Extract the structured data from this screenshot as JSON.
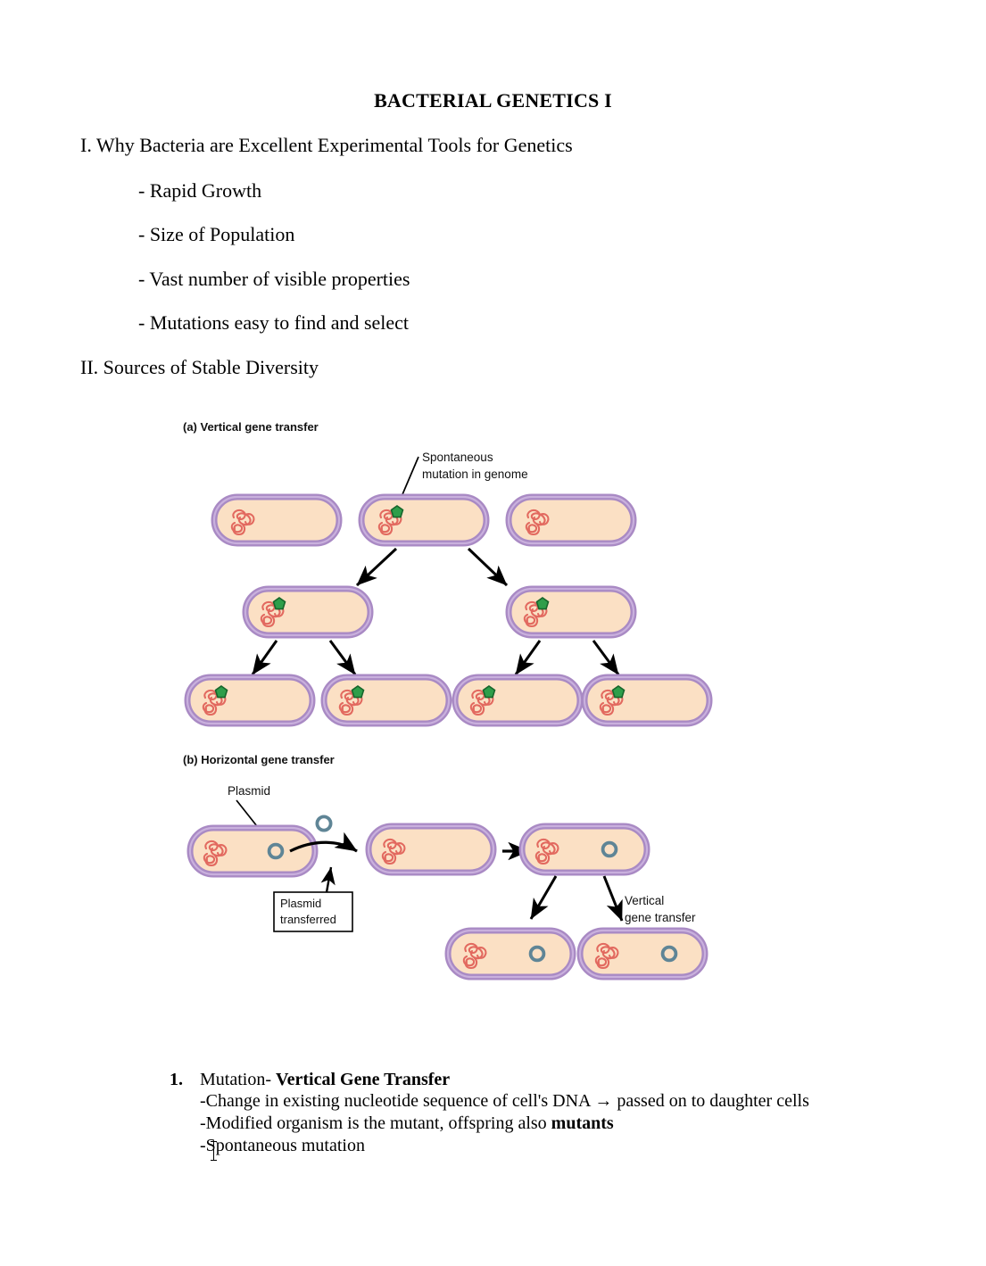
{
  "document": {
    "title": "BACTERIAL GENETICS I",
    "sections": [
      {
        "heading": "I. Why Bacteria are Excellent Experimental Tools for Genetics"
      },
      {
        "heading": "II. Sources of Stable Diversity"
      }
    ],
    "bullets": [
      "- Rapid Growth",
      "- Size of Population",
      "- Vast number of visible properties",
      "- Mutations easy to find and select"
    ],
    "numbered_list": [
      {
        "marker": "1.",
        "title_plain": "Mutation- ",
        "title_bold": "Vertical Gene Transfer",
        "sub_lines": [
          {
            "plain": "-Change in existing nucleotide sequence of cell's DNA → passed on to daughter cells",
            "bold": ""
          },
          {
            "plain": "-Modified organism is the mutant, offspring also ",
            "bold": "mutants"
          },
          {
            "plain": "-Spontaneous mutation",
            "bold": ""
          }
        ]
      }
    ]
  },
  "figure": {
    "panel_a": {
      "label": "(a) Vertical gene transfer",
      "annotations": [
        {
          "name": "spontaneous-mutation",
          "line1": "Spontaneous",
          "line2": "mutation in genome"
        }
      ]
    },
    "panel_b": {
      "label": "(b) Horizontal gene transfer",
      "annotations": [
        {
          "name": "plasmid",
          "line1": "Plasmid",
          "line2": ""
        },
        {
          "name": "plasmid-transferred",
          "line1": "Plasmid",
          "line2": "transferred"
        },
        {
          "name": "vertical-gene-transfer",
          "line1": "Vertical",
          "line2": "gene transfer"
        }
      ]
    },
    "colors": {
      "cell_membrane": "#a98ac4",
      "cell_cytoplasm": "#fbe0c4",
      "nucleoid": "#e2695f",
      "mutation_marker": "#2e9e4a",
      "plasmid_ring": "#5f8596",
      "arrow": "#000000"
    }
  }
}
